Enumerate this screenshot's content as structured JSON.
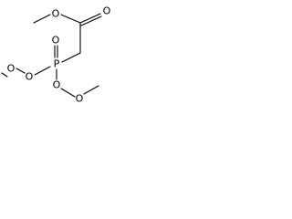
{
  "structure": {
    "atom_labels": {
      "ester_carbonyl_o": "O",
      "ester_ether_o": "O",
      "phosphoryl_o": "O",
      "phosphorus": "P",
      "peroxy_left_o1": "O",
      "peroxy_left_o2": "O",
      "peroxy_right_o1": "O",
      "peroxy_right_o2": "O"
    },
    "colors": {
      "bond": "#000000",
      "label": "#000000",
      "background": "#ffffff"
    }
  }
}
